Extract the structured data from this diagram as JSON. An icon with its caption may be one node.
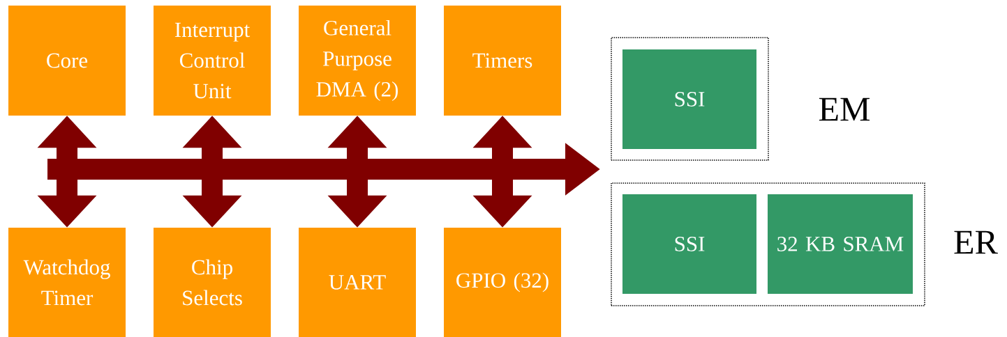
{
  "diagram": {
    "nodes": [
      {
        "text": [
          "Core"
        ]
      },
      {
        "text": [
          "Interrupt Control Unit"
        ]
      },
      {
        "text": [
          "General Purpose DMA (2)"
        ]
      },
      {
        "text": [
          "Timers"
        ]
      },
      {
        "text": [
          "Watchdog Timer"
        ]
      },
      {
        "text": [
          "Chip Selects"
        ]
      },
      {
        "text": [
          "UART"
        ]
      },
      {
        "text": [
          "GPIO (32)"
        ]
      },
      {
        "text": [
          "EM"
        ]
      },
      {
        "text": [
          "SSI"
        ],
        "in": 8
      },
      {
        "text": [
          "ER"
        ]
      },
      {
        "text": [
          "SSI"
        ],
        "in": 10
      },
      {
        "text": [
          "32 KB SRAM"
        ],
        "in": 10
      }
    ],
    "edges": [
      {
        "from": 0,
        "to": 4,
        "arrow": "both"
      },
      {
        "from": 1,
        "to": 5,
        "arrow": "both"
      },
      {
        "from": 2,
        "to": 6,
        "arrow": "both"
      },
      {
        "from": 3,
        "to": 7,
        "arrow": "both"
      }
    ]
  }
}
